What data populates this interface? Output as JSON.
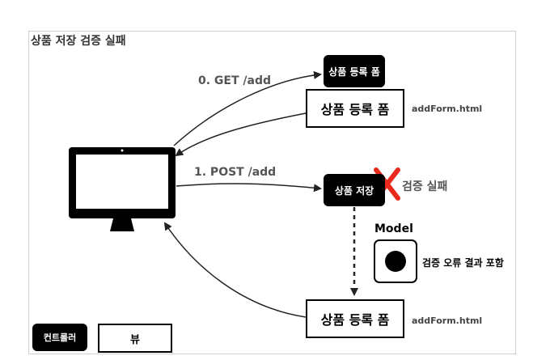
{
  "title": "상품 저장 검증 실패",
  "arrows": {
    "get_label": "0. GET /add",
    "post_label": "1. POST /add"
  },
  "nodes": {
    "form_controller": "상품 등록 폼",
    "form_view_top": "상품 등록 폼",
    "form_view_top_file": "addForm.html",
    "save_controller": "상품 저장",
    "validation_fail": "검증 실패",
    "model_title": "Model",
    "model_note": "검증 오류 결과 포함",
    "form_view_bottom": "상품 등록 폼",
    "form_view_bottom_file": "addForm.html"
  },
  "legend": {
    "controller": "컨트롤러",
    "view": "뷰"
  },
  "colors": {
    "controller_fill": "#000000",
    "fail_mark": "#e8291c",
    "arrow": "#222222"
  }
}
